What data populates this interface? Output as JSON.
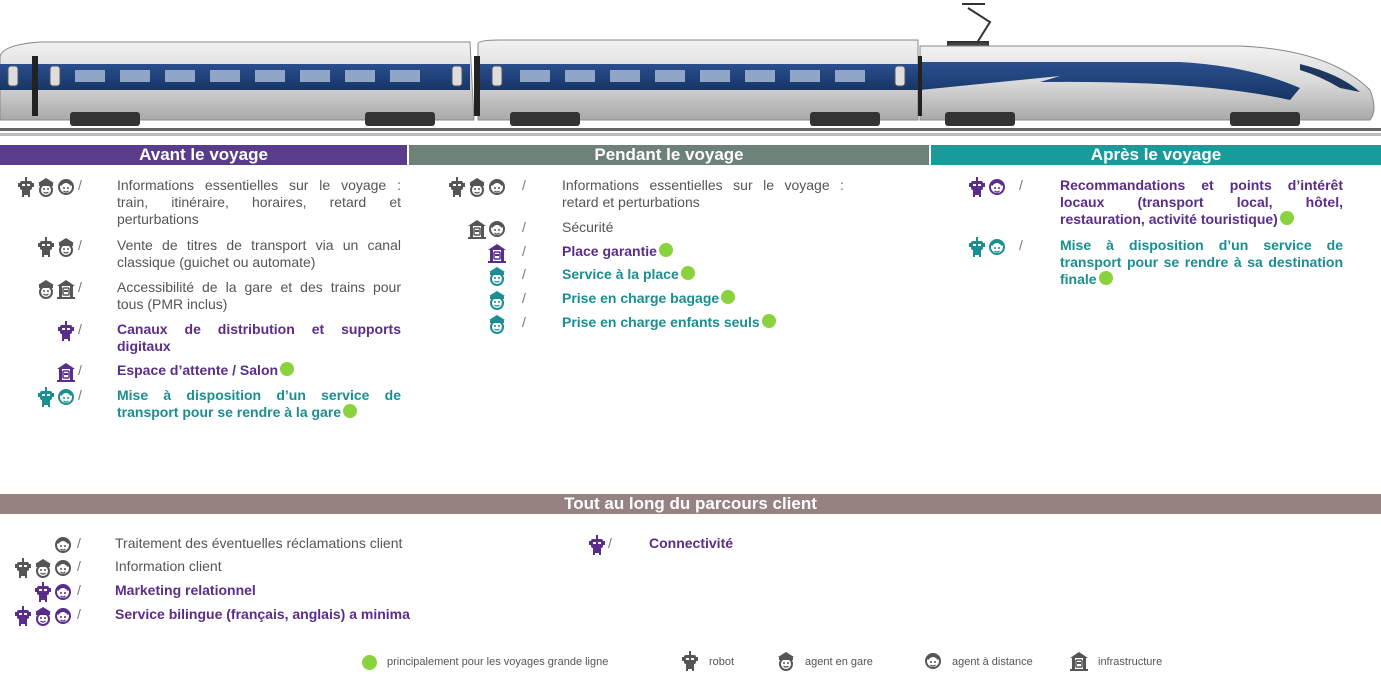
{
  "colors": {
    "avant": "#5a3d8a",
    "pendant": "#6d8179",
    "apres": "#1a9a9b",
    "tout": "#958281",
    "text_purple": "#5a2d8a",
    "text_teal": "#1a8e90",
    "dot_green": "#8ad33e"
  },
  "headers": {
    "avant": "Avant le voyage",
    "pendant": "Pendant le voyage",
    "apres": "Après le voyage",
    "tout": "Tout au long du parcours client"
  },
  "separator": "/",
  "avant": [
    {
      "icons": [
        "robot-icon",
        "agent-gare-icon",
        "agent-distance-icon"
      ],
      "text": "Informations essentielles sur le voyage : train, itinéraire, horaires, retard et perturbations",
      "style": "plain"
    },
    {
      "icons": [
        "robot-icon",
        "agent-gare-icon"
      ],
      "text": "Vente de titres de transport via un canal classique (guichet ou automate)",
      "style": "plain"
    },
    {
      "icons": [
        "agent-gare-icon",
        "infrastructure-icon"
      ],
      "text": "Accessibilité de la gare et des trains pour tous (PMR inclus)",
      "style": "plain"
    },
    {
      "icons": [
        "robot-icon"
      ],
      "text": "Canaux de distribution et supports digitaux",
      "style": "purple"
    },
    {
      "icons": [
        "infrastructure-icon"
      ],
      "text": "Espace d’attente / Salon",
      "style": "purple",
      "dot": true
    },
    {
      "icons": [
        "robot-icon",
        "agent-distance-icon"
      ],
      "text": "Mise à disposition d’un service de transport pour se rendre à la gare",
      "style": "teal",
      "dot": true
    }
  ],
  "pendant": [
    {
      "icons": [
        "robot-icon",
        "agent-gare-icon",
        "agent-distance-icon"
      ],
      "text": "Informations essentielles sur le voyage : retard et perturbations",
      "style": "plain"
    },
    {
      "icons": [
        "infrastructure-icon",
        "agent-distance-icon"
      ],
      "text": "Sécurité",
      "style": "plain"
    },
    {
      "icons": [
        "infrastructure-icon"
      ],
      "text": "Place garantie",
      "style": "purple",
      "dot": true
    },
    {
      "icons": [
        "agent-gare-icon"
      ],
      "text": "Service à la place",
      "style": "teal",
      "dot": true
    },
    {
      "icons": [
        "agent-gare-icon"
      ],
      "text": "Prise en charge bagage",
      "style": "teal",
      "dot": true
    },
    {
      "icons": [
        "agent-gare-icon"
      ],
      "text": "Prise en charge enfants seuls",
      "style": "teal",
      "dot": true
    }
  ],
  "apres": [
    {
      "icons": [
        "robot-icon",
        "agent-distance-icon"
      ],
      "text": "Recommandations et points d’intérêt locaux (transport local, hôtel, restauration, activité touristique)",
      "style": "purple",
      "dot": true
    },
    {
      "icons": [
        "robot-icon",
        "agent-distance-icon"
      ],
      "text": "Mise à disposition d’un service de transport pour se rendre à sa destination finale",
      "style": "teal",
      "dot": true
    }
  ],
  "tout_left": [
    {
      "icons": [
        "agent-distance-icon"
      ],
      "text": "Traitement des éventuelles réclamations client",
      "style": "plain"
    },
    {
      "icons": [
        "robot-icon",
        "agent-gare-icon",
        "agent-distance-icon"
      ],
      "text": "Information client",
      "style": "plain"
    },
    {
      "icons": [
        "robot-icon",
        "agent-distance-icon"
      ],
      "text": "Marketing relationnel",
      "style": "purple"
    },
    {
      "icons": [
        "robot-icon",
        "agent-gare-icon",
        "agent-distance-icon"
      ],
      "text": "Service bilingue (français, anglais) a minima",
      "style": "purple"
    }
  ],
  "tout_right": [
    {
      "icons": [
        "robot-icon"
      ],
      "text": "Connectivité",
      "style": "purple"
    }
  ],
  "legend": {
    "dot": "principalement pour les voyages grande ligne",
    "robot": "robot",
    "agent_gare": "agent en gare",
    "agent_distance": "agent à distance",
    "infrastructure": "infrastructure"
  }
}
